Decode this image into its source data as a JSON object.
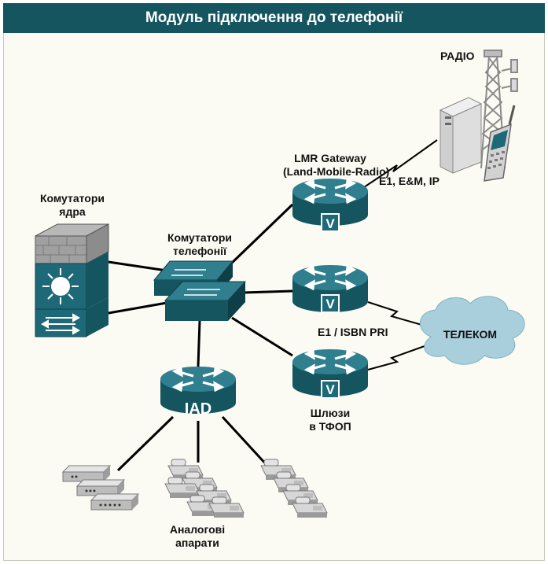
{
  "title": "Модуль підключення до телефонії",
  "labels": {
    "radio": "РАДІО",
    "lmr_line1": "LMR Gateway",
    "lmr_line2": "(Land-Mobile-Radio)",
    "e1_em_ip": "E1, E&M, IP",
    "core_line1": "Комутатори",
    "core_line2": "ядра",
    "tel_switch_line1": "Комутатори",
    "tel_switch_line2": "телефонії",
    "e1_isdn": "E1 / ISBN PRI",
    "telecom": "ТЕЛЕКОМ",
    "iad": "IAD",
    "pstn_line1": "Шлюзи",
    "pstn_line2": "в ТФОП",
    "analog_line1": "Аналогові",
    "analog_line2": "апарати",
    "voice_v": "V"
  },
  "colors": {
    "header_bg": "#14555f",
    "device_teal": "#1e6977",
    "device_top": "#2f7f8e",
    "cloud": "#a9cfdc",
    "link": "#000000"
  }
}
